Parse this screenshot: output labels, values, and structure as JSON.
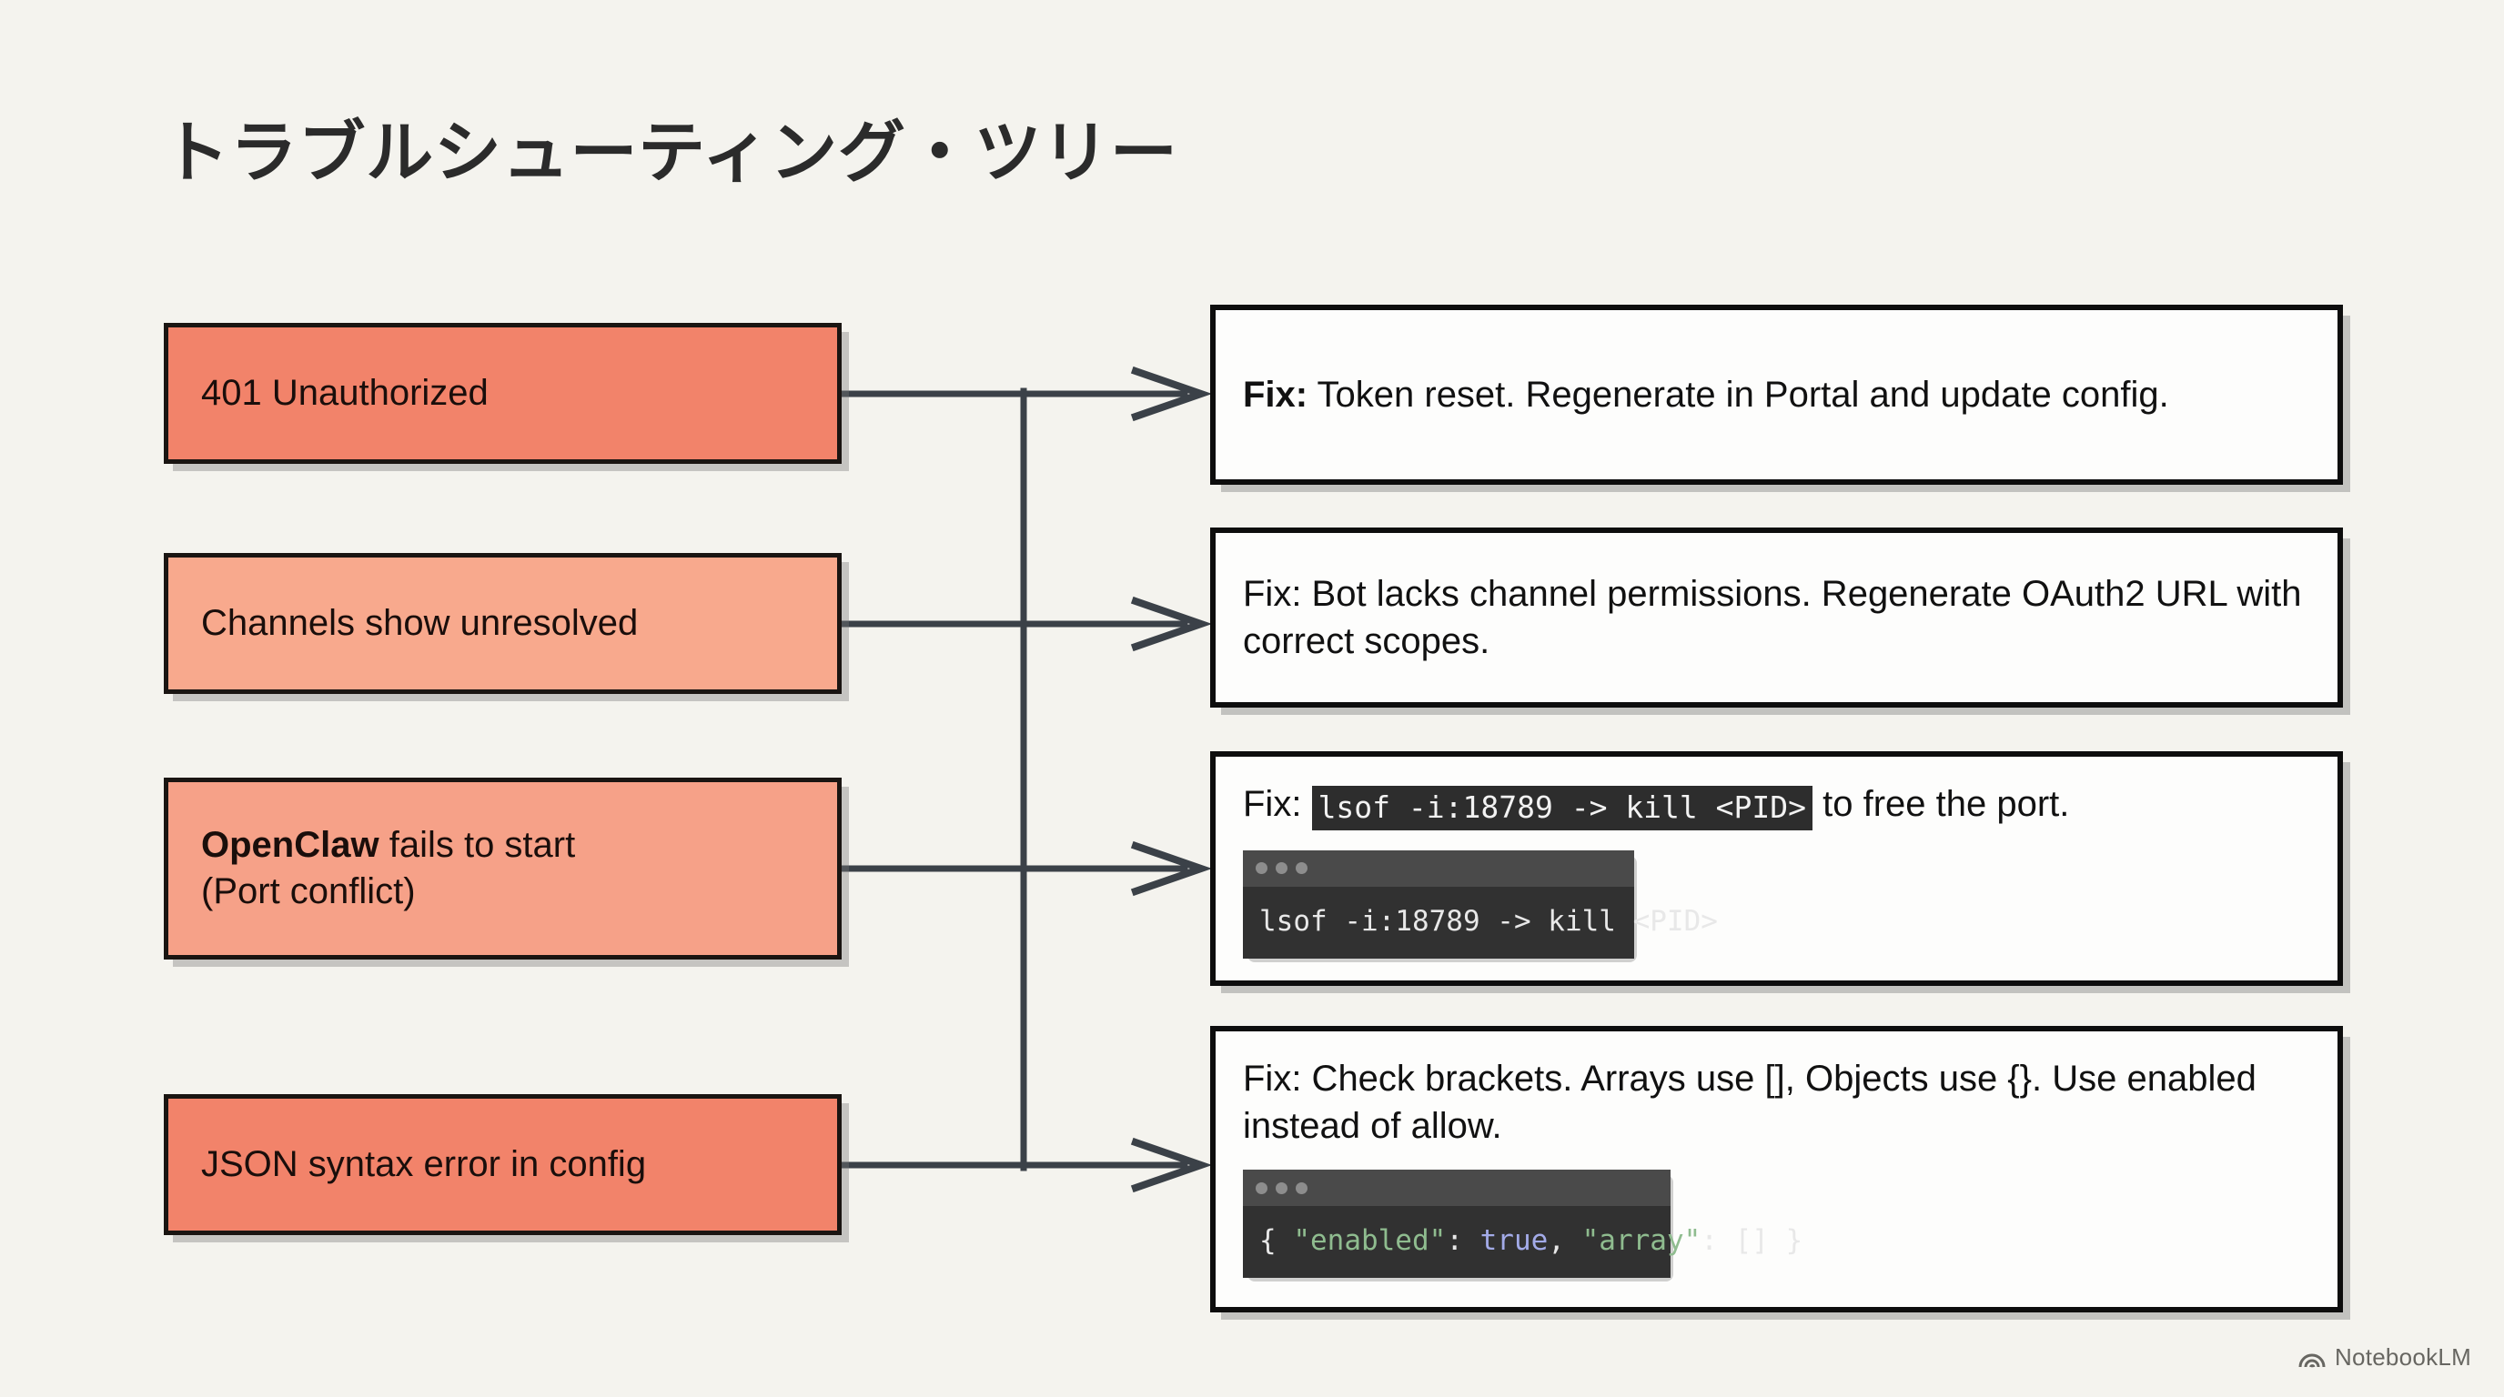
{
  "title": "トラブルシューティング・ツリー",
  "theme": {
    "background": "#f4f3ee",
    "box_border": "#1a1512",
    "problem_fill_strong": "#f2836a",
    "problem_fill_light": "#f8a98d",
    "fix_fill": "#fdfdfc",
    "connector": "#3b4148",
    "code_bg": "#2d2d2d",
    "terminal_bar": "#4a4a4a",
    "terminal_body": "#313131",
    "code_string": "#8fbc8f",
    "code_boolean": "#a3abe8"
  },
  "problems": [
    {
      "id": "problem-401",
      "label": "401 Unauthorized",
      "fill": "#f2836a",
      "bold_prefix": ""
    },
    {
      "id": "problem-channels",
      "label": "Channels show unresolved",
      "fill": "#f8a98d",
      "bold_prefix": ""
    },
    {
      "id": "problem-openclaw",
      "label": "fails to start\n(Port conflict)",
      "fill": "#f6a188",
      "bold_prefix": "OpenClaw"
    },
    {
      "id": "problem-json",
      "label": "JSON syntax error in config",
      "fill": "#f2836a",
      "bold_prefix": ""
    }
  ],
  "fixes": [
    {
      "id": "fix-401",
      "prefix": "Fix:",
      "prefix_bold": true,
      "text": " Token reset. Regenerate in Portal and update config.",
      "inline_code": "",
      "terminal": null
    },
    {
      "id": "fix-channels",
      "prefix": "Fix:",
      "prefix_bold": false,
      "text": " Bot lacks channel permissions. Regenerate OAuth2 URL with correct scopes.",
      "inline_code": "",
      "terminal": null
    },
    {
      "id": "fix-openclaw",
      "prefix": "Fix:",
      "prefix_bold": false,
      "text_before_code": " ",
      "inline_code": "lsof -i:18789 -> kill <PID>",
      "text_after_code": " to free the port.",
      "terminal": {
        "kind": "shell",
        "dots": 3,
        "line": "lsof -i:18789 -> kill <PID>"
      }
    },
    {
      "id": "fix-json",
      "prefix": "Fix:",
      "prefix_bold": false,
      "text": " Check brackets. Arrays use [], Objects use {}. Use enabled instead of allow.",
      "inline_code": "",
      "terminal": {
        "kind": "json",
        "dots": 3,
        "tokens": [
          {
            "t": "{ ",
            "k": "pun"
          },
          {
            "t": "\"enabled\"",
            "k": "str"
          },
          {
            "t": ": ",
            "k": "pun"
          },
          {
            "t": "true",
            "k": "bool"
          },
          {
            "t": ", ",
            "k": "pun"
          },
          {
            "t": "\"array\"",
            "k": "str"
          },
          {
            "t": ": [] }",
            "k": "pun"
          }
        ]
      }
    }
  ],
  "connections": [
    {
      "from": "problem-401",
      "to": "fix-401"
    },
    {
      "from": "problem-channels",
      "to": "fix-channels"
    },
    {
      "from": "problem-openclaw",
      "to": "fix-openclaw"
    },
    {
      "from": "problem-json",
      "to": "fix-json"
    }
  ],
  "brand": {
    "name": "NotebookLM",
    "icon": "notebooklm-spiral-icon"
  }
}
